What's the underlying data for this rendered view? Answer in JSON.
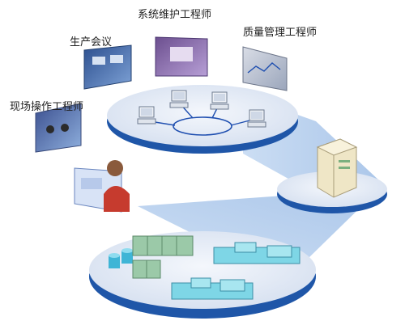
{
  "labels": {
    "field_engineer": "现场操作工程师",
    "production_meeting": "生产会议",
    "system_maintenance": "系统维护工程师",
    "quality_management": "质量管理工程师"
  },
  "colors": {
    "platform_top": "#dfe7f4",
    "platform_rim": "#1f56a8",
    "beam": "#b9cfef",
    "link_line": "#1f4fb0",
    "server": "#efe6c6",
    "plant_green": "#9bc9a8",
    "plant_cyan": "#7ed6e6"
  },
  "icons": [
    "pc-icon",
    "server-icon",
    "storage-tank-icon",
    "control-cabinet-icon",
    "process-equipment-icon",
    "engineer-portrait-icon"
  ]
}
